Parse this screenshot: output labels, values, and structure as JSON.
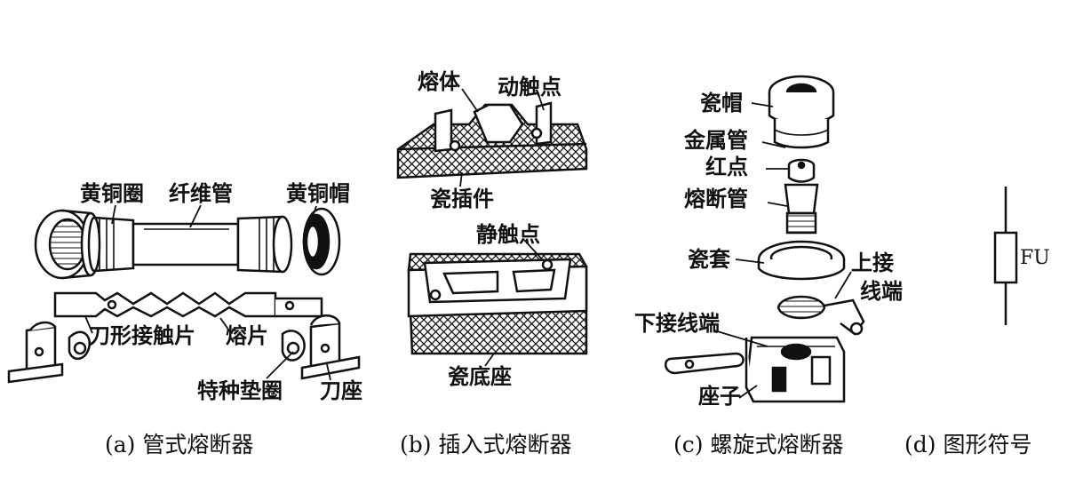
{
  "panel_a": {
    "labels": {
      "brass_ring": "黄铜圈",
      "fiber_tube": "纤维管",
      "brass_cap": "黄铜帽",
      "blade_contact": "刀形接触片",
      "fuse_element": "熔片",
      "special_washer": "特种垫圈",
      "blade_seat": "刀座"
    },
    "caption": "(a) 管式熔断器"
  },
  "panel_b": {
    "labels": {
      "fuse_body": "熔体",
      "moving_contact": "动触点",
      "porcelain_insert": "瓷插件",
      "static_contact": "静触点",
      "porcelain_base": "瓷底座"
    },
    "caption": "(b) 插入式熔断器"
  },
  "panel_c": {
    "labels": {
      "porcelain_cap": "瓷帽",
      "metal_tube": "金属管",
      "red_dot": "红点",
      "fuse_tube": "熔断管",
      "porcelain_sleeve": "瓷套",
      "upper_terminal_1": "上接",
      "upper_terminal_2": "线端",
      "lower_terminal": "下接线端",
      "holder": "座子"
    },
    "caption": "(c) 螺旋式熔断器"
  },
  "panel_d": {
    "symbol_text": "FU",
    "caption": "(d) 图形符号"
  }
}
